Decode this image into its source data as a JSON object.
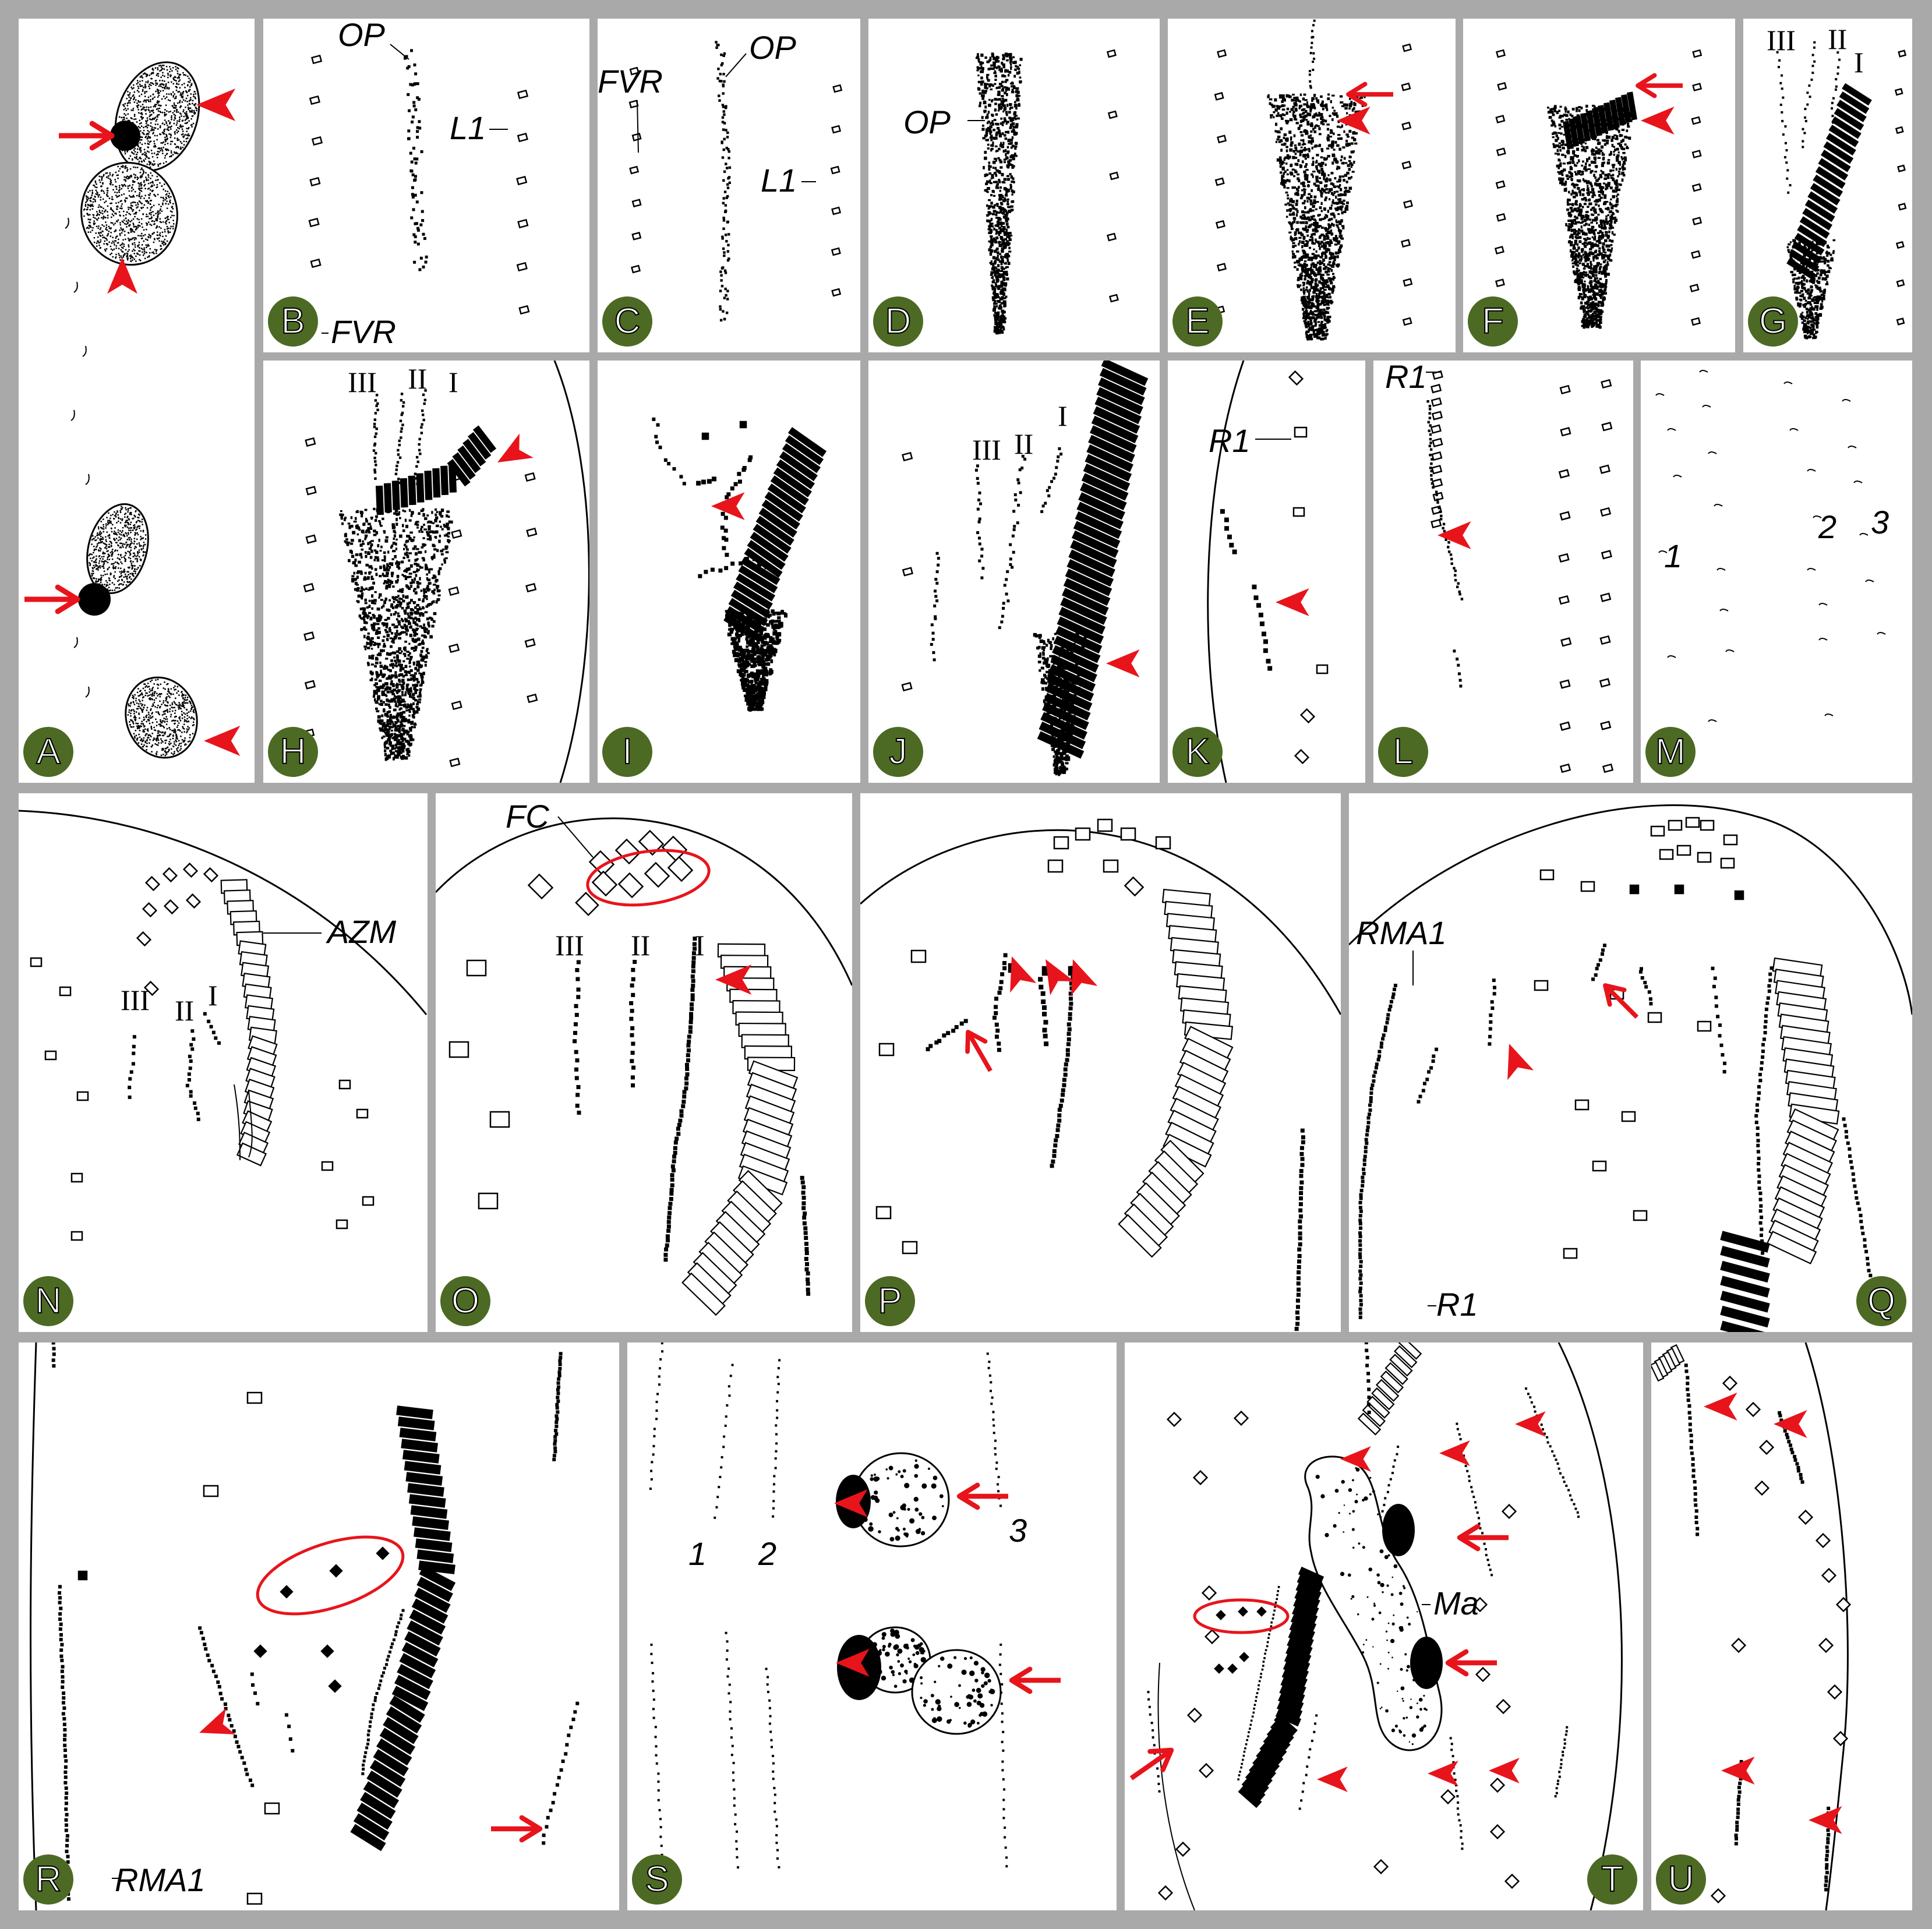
{
  "colors": {
    "frame": "#a9a9a9",
    "badge": "#4c6a23",
    "arrow": "#e8141b",
    "ink": "#000000"
  },
  "panels": [
    {
      "id": "A",
      "labels": []
    },
    {
      "id": "B",
      "labels": [
        "OP",
        "L1",
        "FVR"
      ]
    },
    {
      "id": "C",
      "labels": [
        "FVR",
        "OP",
        "L1"
      ]
    },
    {
      "id": "D",
      "labels": [
        "OP"
      ]
    },
    {
      "id": "E",
      "labels": []
    },
    {
      "id": "F",
      "labels": []
    },
    {
      "id": "G",
      "labels": [
        "III",
        "II",
        "I"
      ]
    },
    {
      "id": "H",
      "labels": [
        "III",
        "II",
        "I"
      ]
    },
    {
      "id": "I",
      "labels": []
    },
    {
      "id": "J",
      "labels": [
        "III",
        "II",
        "I"
      ]
    },
    {
      "id": "K",
      "labels": [
        "R1"
      ]
    },
    {
      "id": "L",
      "labels": [
        "R1"
      ]
    },
    {
      "id": "M",
      "labels": [
        "1",
        "2",
        "3"
      ]
    },
    {
      "id": "N",
      "labels": [
        "AZM",
        "III",
        "II",
        "I"
      ]
    },
    {
      "id": "O",
      "labels": [
        "FC",
        "III",
        "II",
        "I"
      ]
    },
    {
      "id": "P",
      "labels": []
    },
    {
      "id": "Q",
      "labels": [
        "RMA1",
        "R1"
      ]
    },
    {
      "id": "R",
      "labels": [
        "RMA1"
      ]
    },
    {
      "id": "S",
      "labels": [
        "1",
        "2",
        "3"
      ]
    },
    {
      "id": "T",
      "labels": [
        "Ma"
      ]
    },
    {
      "id": "U",
      "labels": []
    }
  ]
}
